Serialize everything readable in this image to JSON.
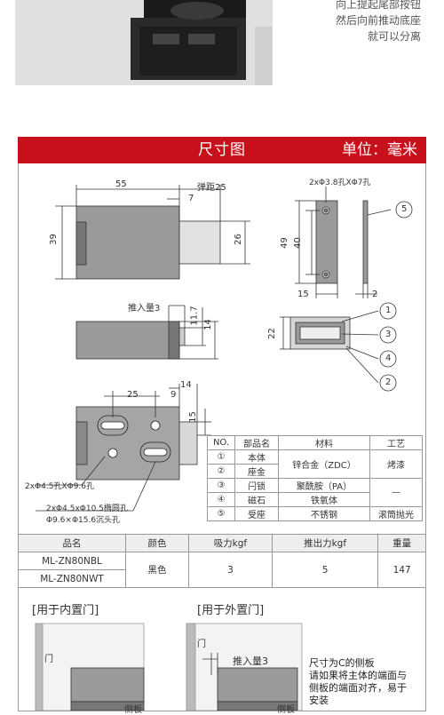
{
  "top_instructions": [
    "向上提起尾部按钮",
    "然后向前推动底座",
    "就可以分离"
  ],
  "header": {
    "title": "尺寸图",
    "unit": "单位：毫米"
  },
  "dims_top": {
    "width": "55",
    "spring": "弹距25",
    "gap": "7",
    "h39": "39",
    "h26": "26"
  },
  "dims_side": {
    "hole_note": "2xΦ3.8孔XΦ7孔",
    "h49": "49",
    "h40": "40",
    "w15": "15",
    "w2": "2",
    "callout5": "5"
  },
  "dims_mid": {
    "push": "推入量3",
    "h11_7": "11.7",
    "h14": "14"
  },
  "dims_plate": {
    "h22": "22",
    "c1": "1",
    "c3": "3",
    "c4": "4",
    "c2": "2"
  },
  "dims_bottom": {
    "w25": "25",
    "w9": "9",
    "w14": "14",
    "h15": "15",
    "hole1": "2xΦ4.5孔XΦ9.6孔",
    "hole2": "2xΦ4.5xΦ10.5椭圆孔",
    "hole3": "Φ9.6×Φ15.6沉头孔"
  },
  "parts_table": {
    "headers": [
      "NO.",
      "部品名",
      "材料",
      "工艺"
    ],
    "rows": [
      {
        "no": "①",
        "name": "本体"
      },
      {
        "no": "②",
        "name": "座金"
      },
      {
        "no": "③",
        "name": "闩锁",
        "material": "聚酰胺（PA）"
      },
      {
        "no": "④",
        "name": "磁石",
        "material": "铁氧体"
      },
      {
        "no": "⑤",
        "name": "受座",
        "material": "不锈钢",
        "process": "滚筒抛光"
      }
    ],
    "merged_material_1_2": "锌合金（ZDC）",
    "merged_process_1_2": "烤漆",
    "merged_process_3_4": "—"
  },
  "model_table": {
    "headers": [
      "品名",
      "颜色",
      "吸力kgf",
      "推出力kgf",
      "重量"
    ],
    "models": [
      "ML-ZN80NBL",
      "ML-ZN80NWT"
    ],
    "color": "黑色",
    "suction": "3",
    "push": "5",
    "weight": "147"
  },
  "install": {
    "left_title": "[用于内置门]",
    "right_title": "[用于外置门]",
    "door": "门",
    "push": "推入量3",
    "side": "侧板",
    "note": [
      "尺寸为C的侧板",
      "请如果将主体的端面与",
      "侧板的端面对齐，易于",
      "安装"
    ]
  },
  "colors": {
    "accent": "#c8101b",
    "part_fill": "#8e8e8e",
    "part_light": "#d4d4d4",
    "line": "#333333"
  }
}
